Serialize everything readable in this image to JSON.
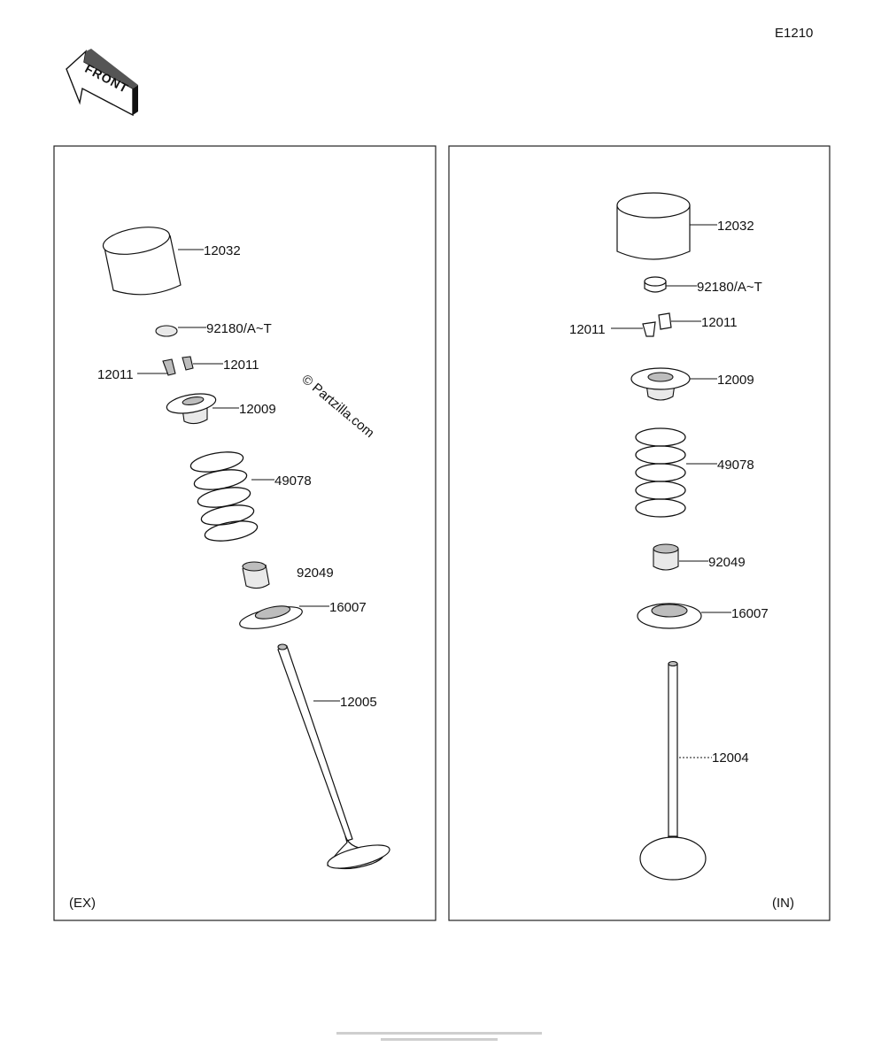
{
  "diagram_code": "E1210",
  "front_label": "FRONT",
  "watermark": "© Partzilla.com",
  "panels": [
    {
      "id": "exhaust",
      "caption": "(EX)",
      "parts": [
        "12032",
        "92180/A~T",
        "12011",
        "12011",
        "12009",
        "49078",
        "92049",
        "16007",
        "12005"
      ]
    },
    {
      "id": "intake",
      "caption": "(IN)",
      "parts": [
        "12032",
        "92180/A~T",
        "12011",
        "12011",
        "12009",
        "49078",
        "92049",
        "16007",
        "12004"
      ]
    }
  ]
}
